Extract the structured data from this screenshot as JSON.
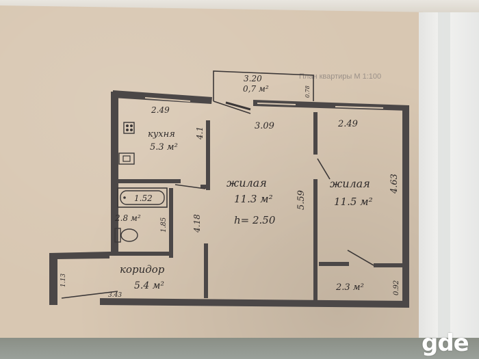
{
  "plan": {
    "title": "План квартиры М 1:100",
    "balcony": {
      "width": "3.20",
      "area": "0,7 м²",
      "depth": "0.78"
    },
    "kitchen": {
      "width": "2.49",
      "name": "кухня",
      "area": "5.3 м²",
      "length": "4.1"
    },
    "living1": {
      "width": "3.09",
      "name": "жилая",
      "area": "11.3 м²",
      "height": "h= 2.50",
      "length": "5.59"
    },
    "living2": {
      "width": "2.49",
      "name": "жилая",
      "area": "11.5 м²",
      "length": "4.63"
    },
    "bath": {
      "label": "1.52",
      "area": "2.8 м²",
      "length": "1.85"
    },
    "corridor": {
      "name": "коридор",
      "area": "5.4 м²",
      "length": "4.18",
      "width": "3.43",
      "side": "1.13"
    },
    "closet": {
      "area": "2.3 м²",
      "depth": "0.92"
    }
  },
  "watermark": "gde"
}
